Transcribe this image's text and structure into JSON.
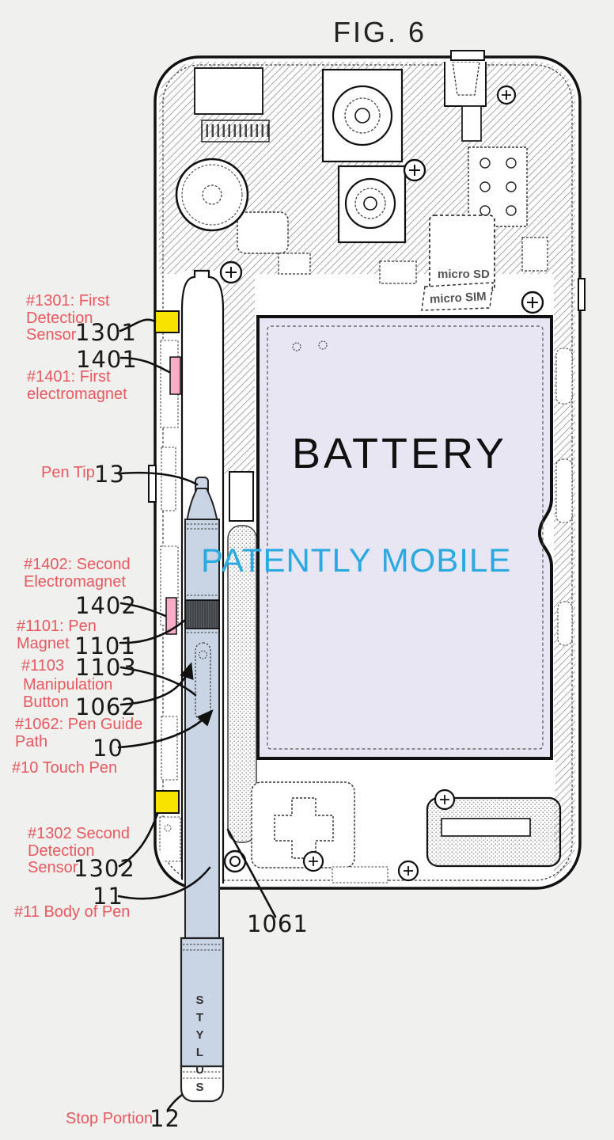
{
  "figure_title": "FIG. 6",
  "battery_text": "BATTERY",
  "watermark_text": "PATENTLY MOBILE",
  "chips": {
    "micro_sd": "micro SD",
    "micro_sim": "micro SIM"
  },
  "stylus_text": "STYLUS",
  "annotations": {
    "a1301": {
      "label": "#1301: First\nDetection\nSensor",
      "number": "1301"
    },
    "a1401": {
      "number": "1401",
      "label": "#1401: First\nelectromagnet"
    },
    "pen_tip": {
      "label": "Pen Tip",
      "number": "13"
    },
    "a1402": {
      "label": "#1402: Second\nElectromagnet",
      "number": "1402"
    },
    "a1101": {
      "label": "#1101: Pen\nMagnet",
      "number": "1101"
    },
    "a1103": {
      "id_label": "#1103",
      "number": "1103",
      "label": "Manipulation\nButton"
    },
    "a1062": {
      "number": "1062",
      "label": "#1062: Pen Guide\nPath"
    },
    "a10": {
      "number": "10",
      "label": "#10 Touch Pen"
    },
    "a1302": {
      "label": "#1302 Second\nDetection\nSensor",
      "number": "1302"
    },
    "a11": {
      "number": "11",
      "label": "#11 Body of Pen"
    },
    "a1061": {
      "number": "1061"
    },
    "a12": {
      "label": "Stop Portion",
      "number": "12"
    }
  },
  "colors": {
    "label_red": "#e8585e",
    "number_black": "#1a1a1a",
    "highlight_yellow": "#f8e200",
    "highlight_pink": "#f8aec9",
    "pen_blue": "#c9d4e5",
    "battery_lavender": "#e8e6f3",
    "watermark_cyan": "#2baae2",
    "bg_gray": "#f0f0ee"
  }
}
